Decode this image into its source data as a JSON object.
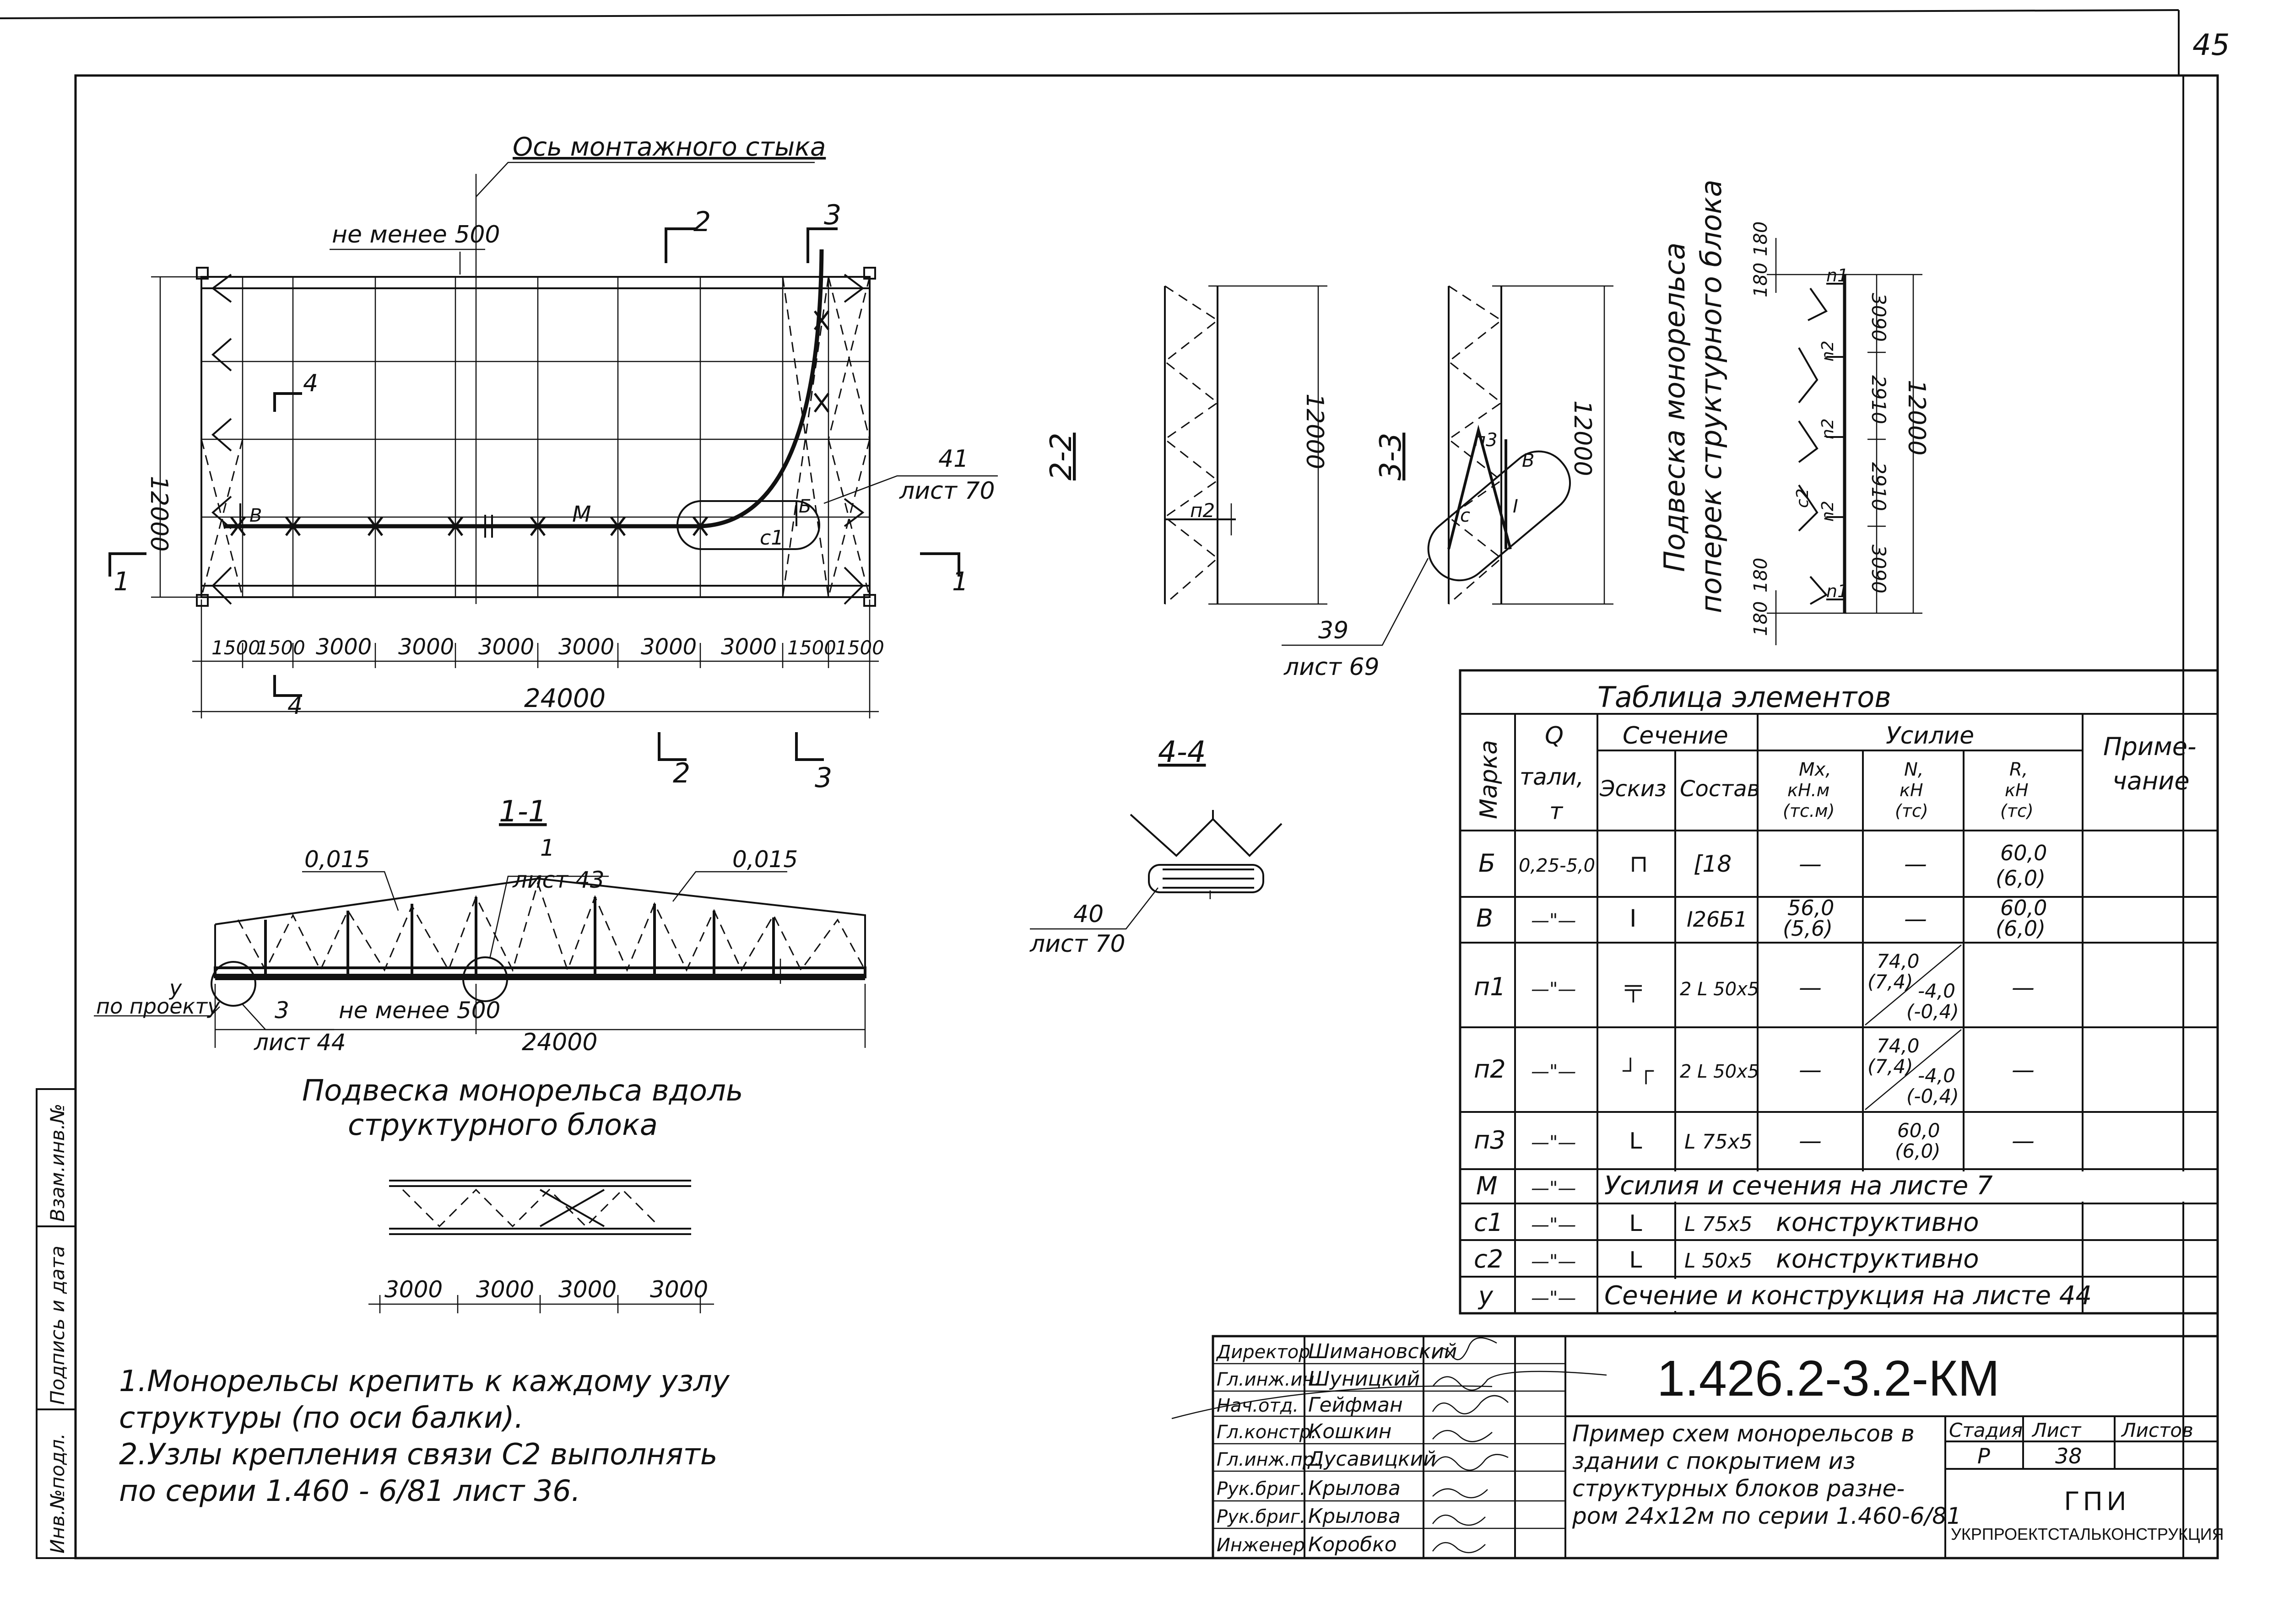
{
  "sheet_corner": "45",
  "plan": {
    "axis_label": "Ось монтажного стыка",
    "not_less_top": "не менее 500",
    "dim_height": "12000",
    "spans": [
      "1500",
      "1500",
      "3000",
      "3000",
      "3000",
      "3000",
      "3000",
      "3000",
      "1500",
      "1500"
    ],
    "total": "24000",
    "marks": {
      "m": "M",
      "b": "Б",
      "v": "В",
      "c1": "с1"
    },
    "cuts": {
      "s1": "1",
      "s2": "2",
      "s3": "3",
      "s4": "4"
    },
    "callout_41": {
      "num": "41",
      "sheet": "лист 70"
    }
  },
  "sec22": {
    "title": "2-2",
    "dim": "12000",
    "mark": "п2"
  },
  "sec33": {
    "title": "3-3",
    "dim": "12000",
    "marks": {
      "p3": "п3",
      "c": "с",
      "b": "В",
      "i": "I"
    }
  },
  "callout_39": {
    "num": "39",
    "sheet": "лист 69"
  },
  "cross": {
    "title_line1": "Подвеска монорельса",
    "title_line2": "поперек структурного блока",
    "dims": [
      "180",
      "180",
      "3090",
      "2910",
      "2910",
      "3090",
      "180",
      "180"
    ],
    "total": "12000",
    "marks": [
      "n1",
      "n2",
      "n2",
      "c2",
      "n2",
      "n1"
    ]
  },
  "sec11": {
    "title": "1-1",
    "slope_left": "0,015",
    "slope_right": "0,015",
    "callout_1": {
      "num": "1",
      "sheet": "лист 43"
    },
    "callout_3": {
      "num": "3",
      "sheet": "лист 44"
    },
    "by_project_1": "у",
    "by_project_2": "по проекту",
    "not_less": "не менее 500",
    "total": "24000",
    "caption_1": "Подвеска монорельса вдоль",
    "caption_2": "структурного блока"
  },
  "sec44": {
    "title": "4-4",
    "callout": {
      "num": "40",
      "sheet": "лист 70"
    }
  },
  "detail": {
    "dims": [
      "3000",
      "3000",
      "3000",
      "3000"
    ]
  },
  "notes": [
    "1.Монорельсы крепить к каждому узлу",
    "структуры (по оси балки).",
    "2.Узлы крепления связи  С2 выполнять",
    "по серии  1.460 - 6/81  лист 36."
  ],
  "table": {
    "title": "Таблица   элементов",
    "headers": {
      "mark": "Марка",
      "q1": "Q",
      "q2": "тали,",
      "q3": "т",
      "section": "Сечение",
      "sketch": "Эскиз",
      "composition": "Состав",
      "effort": "Усилие",
      "m1": "Mx,",
      "m2": "кН.м",
      "m3": "(тс.м)",
      "n1": "N,",
      "n2": "кН",
      "n3": "(тс)",
      "r1": "R,",
      "r2": "кН",
      "r3": "(тс)",
      "note1": "Приме-",
      "note2": "чание"
    },
    "rows": [
      {
        "mark": "Б",
        "q": "0,25-5,0",
        "sketch": "⊓",
        "comp": "[18",
        "m": "—",
        "n": "—",
        "r": "60,0",
        "r2": "(6,0)"
      },
      {
        "mark": "В",
        "q": "—\"—",
        "sketch": "I",
        "comp": "I26Б1",
        "m": "56,0",
        "m2": "(5,6)",
        "n": "—",
        "r": "60,0",
        "r2": "(6,0)"
      },
      {
        "mark": "п1",
        "q": "—\"—",
        "sketch": "╤",
        "comp": "2 L 50x5",
        "m": "—",
        "n": "74,0",
        "n2": "(7,4)",
        "n3": "-4,0",
        "n4": "(-0,4)",
        "r": "—"
      },
      {
        "mark": "п2",
        "q": "—\"—",
        "sketch": "┘┌",
        "comp": "2 L 50x5",
        "m": "—",
        "n": "74,0",
        "n2": "(7,4)",
        "n3": "-4,0",
        "n4": "(-0,4)",
        "r": "—"
      },
      {
        "mark": "п3",
        "q": "—\"—",
        "sketch": "L",
        "comp": "L 75x5",
        "m": "—",
        "n": "60,0",
        "n2": "(6,0)",
        "r": "—"
      },
      {
        "mark": "М",
        "q": "—\"—",
        "span": "Усилия  и  сечения  на  листе 7"
      },
      {
        "mark": "с1",
        "q": "—\"—",
        "sketch": "L",
        "comp": "L 75x5",
        "span": "конструктивно"
      },
      {
        "mark": "с2",
        "q": "—\"—",
        "sketch": "L",
        "comp": "L 50x5",
        "span": "конструктивно"
      },
      {
        "mark": "у",
        "q": "—\"—",
        "span": "Сечение  и  конструкция на листе 44"
      }
    ]
  },
  "titleblock": {
    "roles": [
      "Директор",
      "Гл.инж.ин.",
      "Нач.отд.",
      "Гл.констр.",
      "Гл.инж.пр.",
      "Рук.бриг.",
      "Рук.бриг.",
      "Инженер"
    ],
    "names": [
      "Шимановский",
      "Шуницкий",
      "Гейфман",
      "Кошкин",
      "Дусавицкий",
      "Крылова",
      "Крылова",
      "Коробко"
    ],
    "code": "1.426.2-3.2-КМ",
    "description": [
      "Пример схем монорельсов в",
      "здании с покрытием из",
      "структурных блоков разне-",
      "ром 24х12м по серии 1.460-6/81"
    ],
    "stage_label": "Стадия",
    "sheet_label": "Лист",
    "sheets_label": "Листов",
    "stage": "Р",
    "sheet": "38",
    "org_logo": "ГПИ",
    "org": "УКРПРОЕКТСТАЛЬКОНСТРУКЦИЯ"
  },
  "side_stamp": [
    "Взам.инв.№",
    "Подпись и дата",
    "Инв.№подл."
  ]
}
